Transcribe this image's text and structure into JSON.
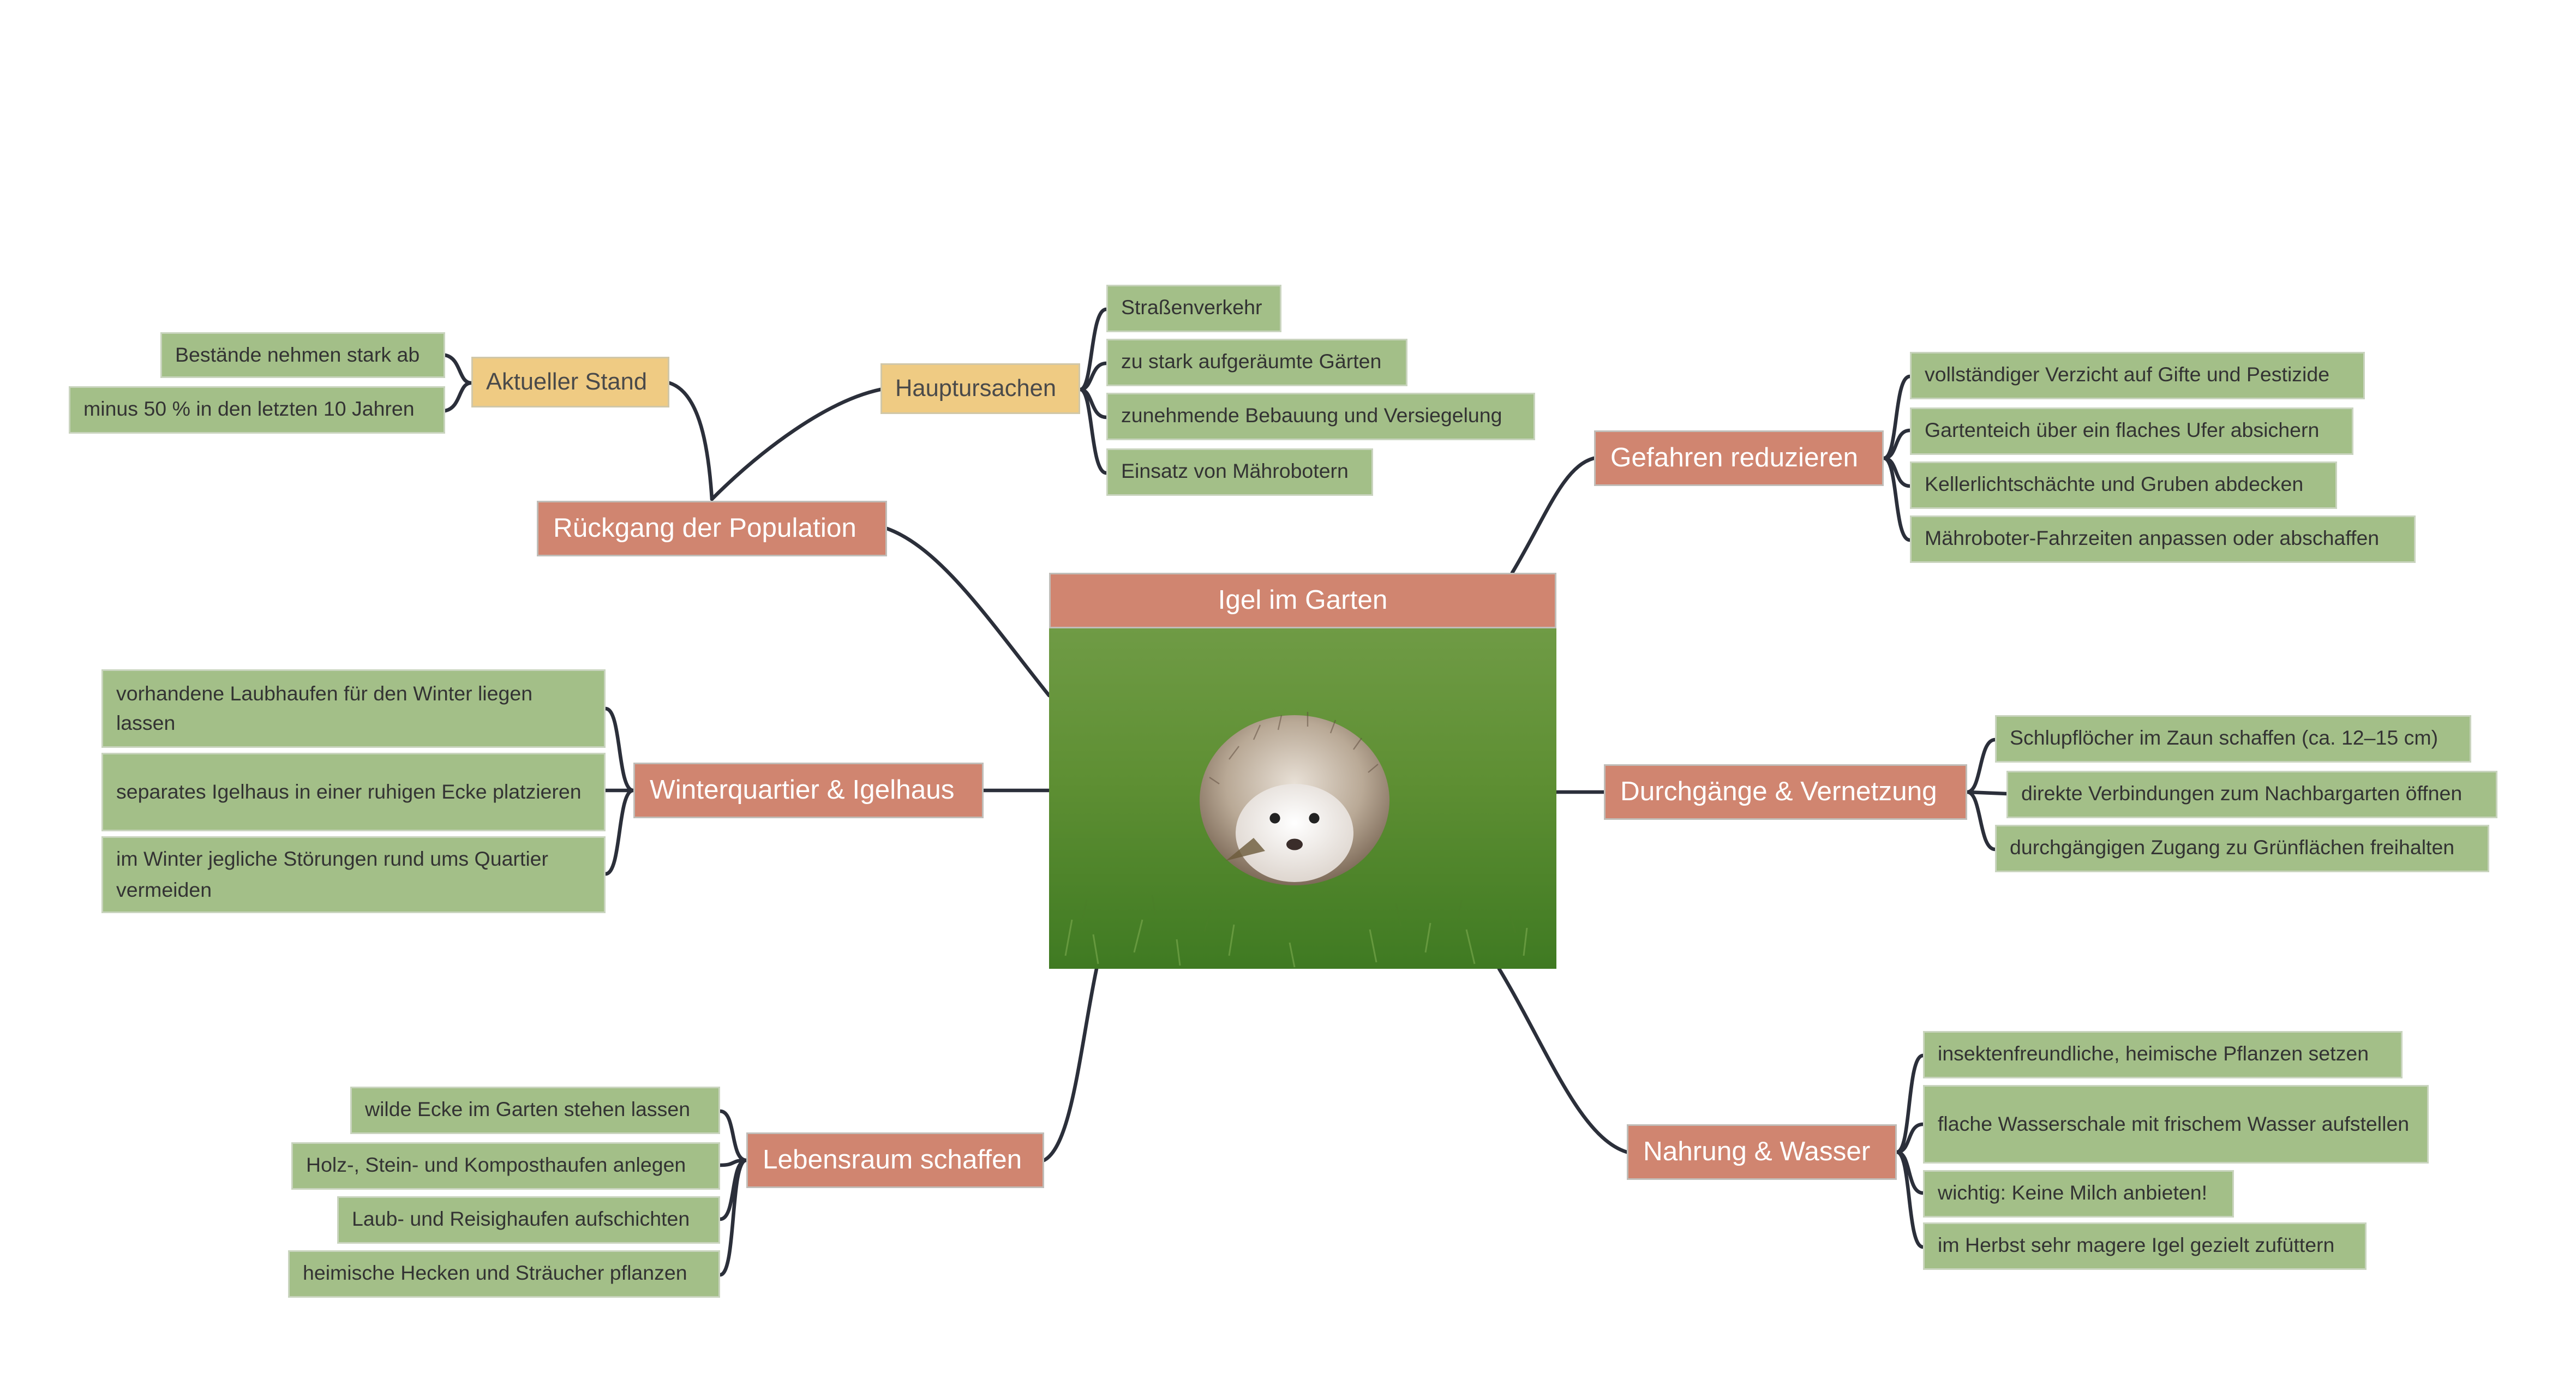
{
  "central": {
    "title": "Igel im Garten",
    "image_icon": "hedgehog-photo"
  },
  "ruckgang": {
    "label": "Rückgang der Population",
    "aktuell": {
      "label": "Aktueller Stand",
      "items": [
        "Bestände nehmen stark ab",
        "minus 50 % in den letzten 10 Jahren"
      ]
    },
    "ursachen": {
      "label": "Hauptursachen",
      "items": [
        "Straßenverkehr",
        "zu stark aufgeräumte Gärten",
        "zunehmende Bebauung und Versiegelung",
        "Einsatz von Mährobotern"
      ]
    }
  },
  "winter": {
    "label": "Winterquartier & Igelhaus",
    "items": [
      "vorhandene Laubhaufen für den Winter liegen lassen",
      "separates Igelhaus in einer ruhigen Ecke platzieren",
      "im Winter jegliche Störungen rund ums Quartier vermeiden"
    ]
  },
  "lebensraum": {
    "label": "Lebensraum schaffen",
    "items": [
      "wilde Ecke im Garten stehen lassen",
      "Holz-, Stein- und Komposthaufen anlegen",
      "Laub- und Reisighaufen aufschichten",
      "heimische Hecken und Sträucher pflanzen"
    ]
  },
  "gefahren": {
    "label": "Gefahren reduzieren",
    "items": [
      "vollständiger Verzicht auf Gifte und Pestizide",
      "Gartenteich über ein flaches Ufer absichern",
      "Kellerlichtschächte und Gruben abdecken",
      "Mähroboter-Fahrzeiten anpassen oder abschaffen"
    ]
  },
  "durchgaenge": {
    "label": "Durchgänge & Vernetzung",
    "items": [
      "Schlupflöcher im Zaun schaffen (ca. 12–15 cm)",
      "direkte Verbindungen zum Nachbargarten öffnen",
      "durchgängigen Zugang zu Grünflächen freihalten"
    ]
  },
  "nahrung": {
    "label": "Nahrung & Wasser",
    "items": [
      "insektenfreundliche, heimische Pflanzen setzen",
      "flache Wasserschale mit frischem Wasser aufstellen",
      "wichtig: Keine Milch anbieten!",
      "im Herbst sehr magere Igel gezielt zufüttern"
    ]
  },
  "colors": {
    "topic": "#d08570",
    "subtopic": "#efcb83",
    "leaf": "#a3bf88",
    "line": "#2b2f3a"
  }
}
